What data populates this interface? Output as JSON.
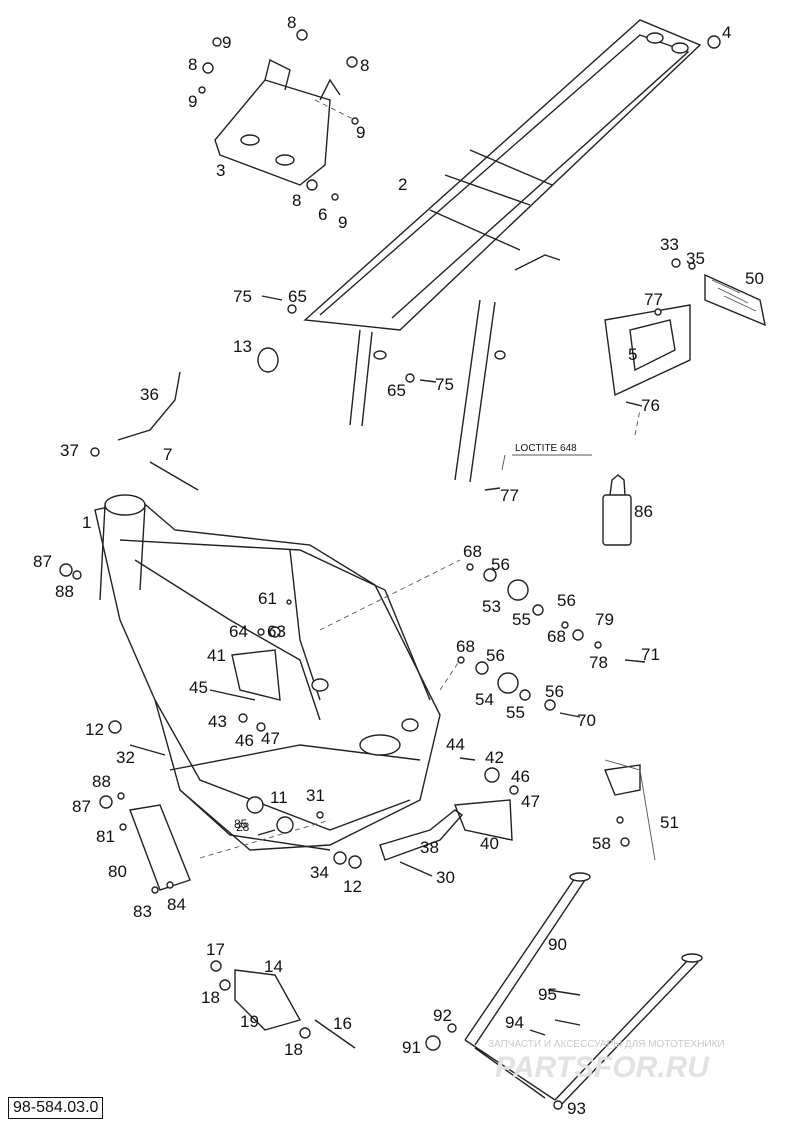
{
  "document_number": "98-584.03.0",
  "loctite_label": "LOCTITE 648",
  "watermark": {
    "line1": "ЗАПЧАСТИ И АКСЕССУАРЫ ДЛЯ МОТОТЕХНИКИ",
    "line2": "PARTSFOR.RU"
  },
  "callouts": [
    "1",
    "2",
    "3",
    "4",
    "5",
    "6",
    "7",
    "8",
    "8",
    "8",
    "8",
    "9",
    "9",
    "9",
    "9",
    "11",
    "12",
    "12",
    "13",
    "14",
    "16",
    "17",
    "18",
    "18",
    "19",
    "28",
    "30",
    "31",
    "32",
    "33",
    "34",
    "35",
    "36",
    "37",
    "38",
    "40",
    "41",
    "42",
    "43",
    "44",
    "45",
    "46",
    "46",
    "47",
    "47",
    "50",
    "51",
    "53",
    "54",
    "55",
    "55",
    "56",
    "56",
    "56",
    "56",
    "58",
    "61",
    "63",
    "64",
    "65",
    "65",
    "68",
    "68",
    "68",
    "70",
    "71",
    "75",
    "75",
    "76",
    "77",
    "77",
    "78",
    "79",
    "80",
    "81",
    "83",
    "84",
    "85",
    "86",
    "87",
    "87",
    "88",
    "88",
    "90",
    "91",
    "92",
    "93",
    "94",
    "95"
  ]
}
